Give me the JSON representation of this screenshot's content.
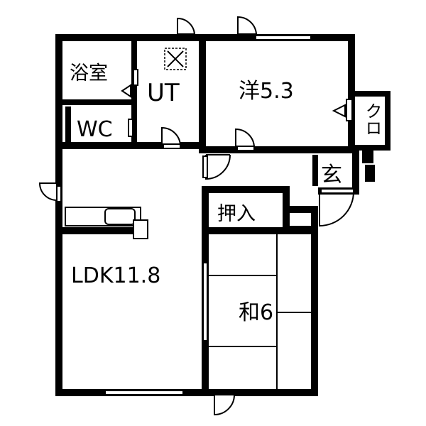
{
  "rooms": {
    "bath": "浴室",
    "ut": "UT",
    "wc": "WC",
    "western": "洋5.3",
    "closet": "クロ",
    "entrance": "玄",
    "oshiire": "押入",
    "ldk": "LDK11.8",
    "washitsu": "和6"
  },
  "colors": {
    "wall": "#000000",
    "background": "#ffffff"
  }
}
